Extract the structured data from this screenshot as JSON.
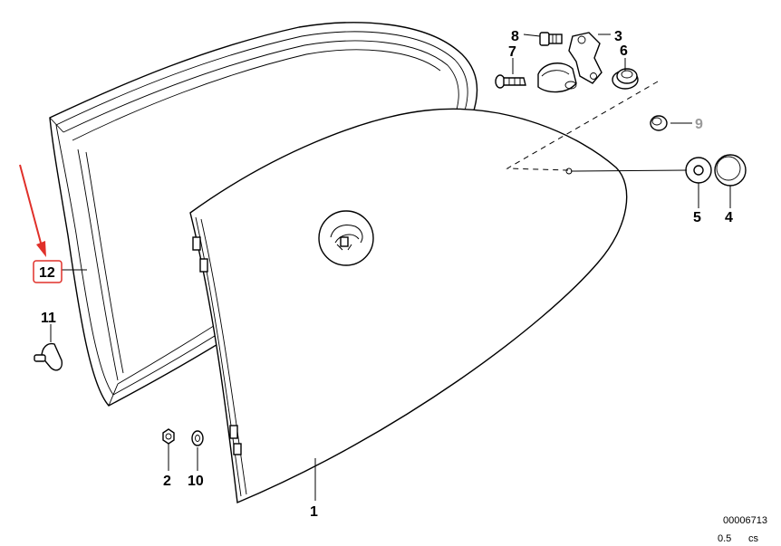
{
  "diagram": {
    "callouts": [
      {
        "id": "1",
        "text": "1"
      },
      {
        "id": "2",
        "text": "2"
      },
      {
        "id": "3",
        "text": "3"
      },
      {
        "id": "4",
        "text": "4"
      },
      {
        "id": "5",
        "text": "5"
      },
      {
        "id": "6",
        "text": "6"
      },
      {
        "id": "7",
        "text": "7"
      },
      {
        "id": "8",
        "text": "8"
      },
      {
        "id": "9",
        "text": "9"
      },
      {
        "id": "10",
        "text": "10"
      },
      {
        "id": "11",
        "text": "11"
      },
      {
        "id": "12",
        "text": "12"
      }
    ],
    "highlighted_callout": "12",
    "highlight_color": "#e0302a",
    "disabled_callout_color": "#9a9a9a",
    "drawing_number": "00006713",
    "footer_scale": "0.5",
    "footer_code": "cs"
  }
}
